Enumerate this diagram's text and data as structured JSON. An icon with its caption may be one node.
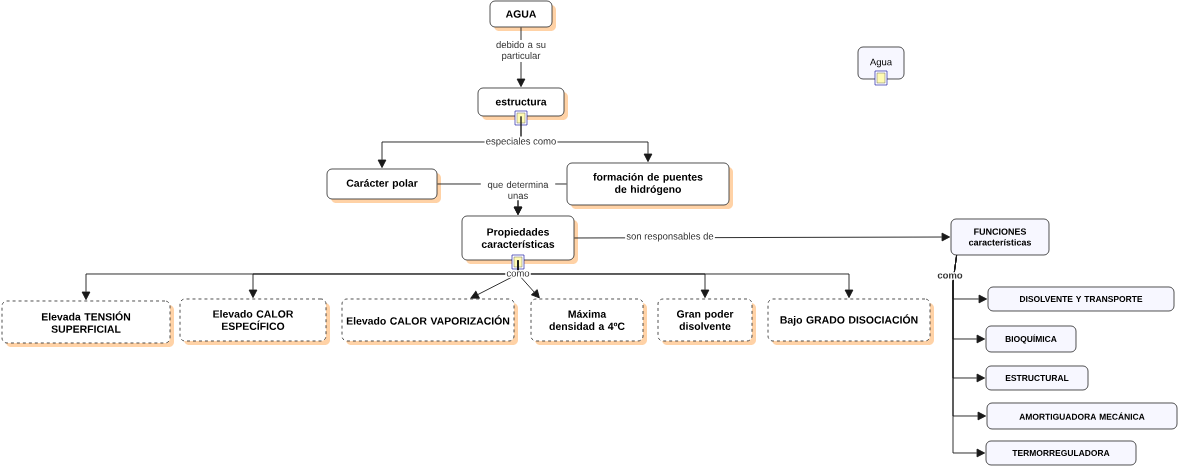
{
  "diagram": {
    "nodes": [
      {
        "text": [
          "AGUA"
        ]
      },
      {
        "text": [
          "estructura"
        ]
      },
      {
        "text": [
          "Carácter polar"
        ]
      },
      {
        "text": [
          "formación de puentes de hidrógeno"
        ]
      },
      {
        "text": [
          "Propiedades características"
        ]
      },
      {
        "text": [
          "FUNCIONES características"
        ]
      },
      {
        "text": [
          "Elevada TENSIÓN SUPERFICIAL"
        ]
      },
      {
        "text": [
          "Elevado CALOR ESPECÍFICO"
        ]
      },
      {
        "text": [
          "Elevado CALOR VAPORIZACIÓN"
        ]
      },
      {
        "text": [
          "Máxima densidad a 4ºC"
        ]
      },
      {
        "text": [
          "Gran poder disolvente"
        ]
      },
      {
        "text": [
          "Bajo GRADO DISOCIACIÓN"
        ]
      },
      {
        "text": [
          "DISOLVENTE Y TRANSPORTE"
        ]
      },
      {
        "text": [
          "BIOQUÍMICA"
        ]
      },
      {
        "text": [
          "ESTRUCTURAL"
        ]
      },
      {
        "text": [
          "AMORTIGUADORA MECÁNICA"
        ]
      },
      {
        "text": [
          "TERMORREGULADORA"
        ]
      },
      {
        "text": [
          "Agua"
        ]
      }
    ],
    "edges": [
      {
        "from": 0,
        "to": 1,
        "arrow": "to",
        "label": "debido a su particular"
      },
      {
        "from": 1,
        "to": 2,
        "arrow": "to",
        "label": "especiales como"
      },
      {
        "from": 1,
        "to": 3,
        "arrow": "to"
      },
      {
        "from": 2,
        "to": 4,
        "arrow": "to",
        "label": "que determina unas"
      },
      {
        "from": 3,
        "to": 4,
        "arrow": "to"
      },
      {
        "from": 4,
        "to": 5,
        "arrow": "to",
        "label": "son responsables de"
      },
      {
        "from": 4,
        "to": 6,
        "arrow": "to",
        "label": "como"
      },
      {
        "from": 4,
        "to": 7,
        "arrow": "to"
      },
      {
        "from": 4,
        "to": 8,
        "arrow": "to"
      },
      {
        "from": 4,
        "to": 9,
        "arrow": "to"
      },
      {
        "from": 4,
        "to": 10,
        "arrow": "to"
      },
      {
        "from": 4,
        "to": 11,
        "arrow": "to"
      },
      {
        "from": 5,
        "to": 12,
        "arrow": "to",
        "label": "como"
      },
      {
        "from": 5,
        "to": 13,
        "arrow": "to"
      },
      {
        "from": 5,
        "to": 14,
        "arrow": "to"
      },
      {
        "from": 5,
        "to": 15,
        "arrow": "to"
      },
      {
        "from": 5,
        "to": 16,
        "arrow": "to"
      }
    ]
  }
}
